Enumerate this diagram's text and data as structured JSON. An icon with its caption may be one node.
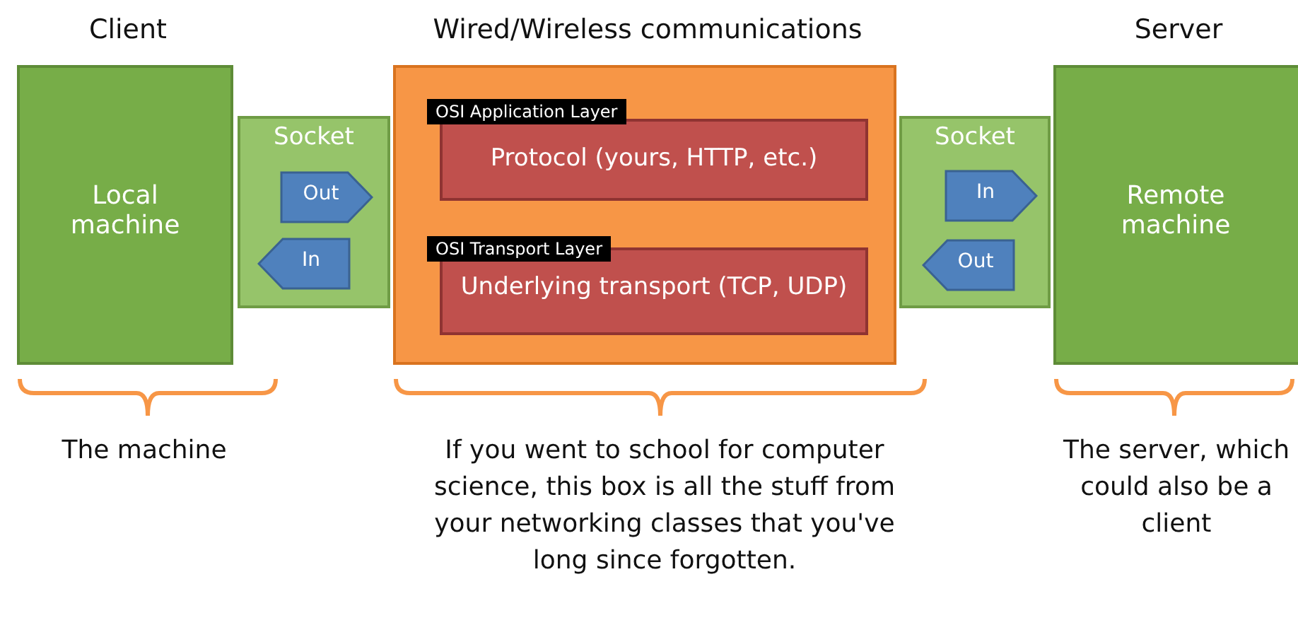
{
  "diagram": {
    "nodes": [
      {
        "text": [
          "Client",
          "Local machine"
        ]
      },
      {
        "text": [
          "Socket"
        ]
      },
      {
        "text": [
          "Out"
        ],
        "in": 1
      },
      {
        "text": [
          "In"
        ],
        "in": 1
      },
      {
        "text": [
          "Wired/Wireless communications"
        ]
      },
      {
        "text": [
          "OSI Application Layer",
          "Protocol (yours, HTTP, etc.)"
        ],
        "in": 4
      },
      {
        "text": [
          "OSI Transport Layer",
          "Underlying transport (TCP, UDP)"
        ],
        "in": 4
      },
      {
        "text": [
          "Socket"
        ]
      },
      {
        "text": [
          "In"
        ],
        "in": 7
      },
      {
        "text": [
          "Out"
        ],
        "in": 7
      },
      {
        "text": [
          "Server",
          "Remote machine"
        ]
      }
    ],
    "edges": [],
    "labels": [
      "The machine",
      "If you went to school for computer science, this box is all the stuff from your networking classes that you've long since forgotten.",
      "The server, which could also be a client"
    ]
  }
}
